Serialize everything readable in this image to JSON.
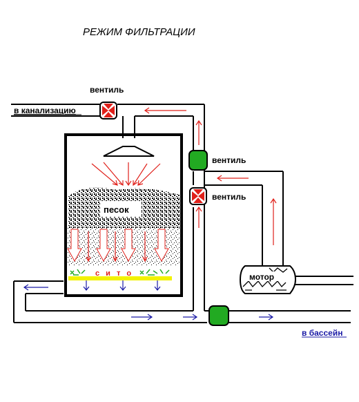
{
  "title": "РЕЖИМ  ФИЛЬТРАЦИИ",
  "labels": {
    "valve_top": "вентиль",
    "to_sewer": "в канализацию",
    "valve_green": "вентиль",
    "valve_red_mid": "вентиль",
    "sand": "песок",
    "sieve": "с и т о",
    "motor": "мотор",
    "to_pool": "в бассейн"
  },
  "colors": {
    "pipe": "#000000",
    "flow_red": "#e0201a",
    "flow_blue": "#1a1aa6",
    "valve_open": "#22aa22",
    "valve_closed": "#e0201a",
    "sieve_band": "#f2f200",
    "sieve_marks": "#22aa22"
  }
}
